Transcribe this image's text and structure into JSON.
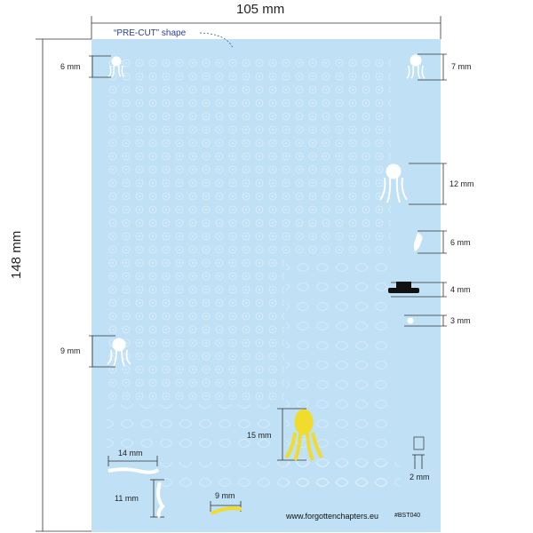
{
  "dimensions": {
    "width_label": "105 mm",
    "height_label": "148 mm",
    "left_top": "6 mm",
    "right_top": "7 mm",
    "right_mid1": "12 mm",
    "right_mid2": "6 mm",
    "right_mid3": "4 mm",
    "right_mid4": "3 mm",
    "left_mid": "9 mm",
    "gold": "15 mm",
    "bottom_left": "14 mm",
    "bottom_left2": "11 mm",
    "bottom_mid": "9 mm",
    "bottom_right": "2 mm"
  },
  "precut_label": "“PRE-CUT” shape",
  "footer": {
    "url": "www.forgottenchapters.eu",
    "code": "#BST040"
  },
  "colors": {
    "sheet": "#bfe0f5",
    "gold": "#f1dc2e",
    "black": "#111111",
    "label_blue": "#2a3f9a"
  }
}
